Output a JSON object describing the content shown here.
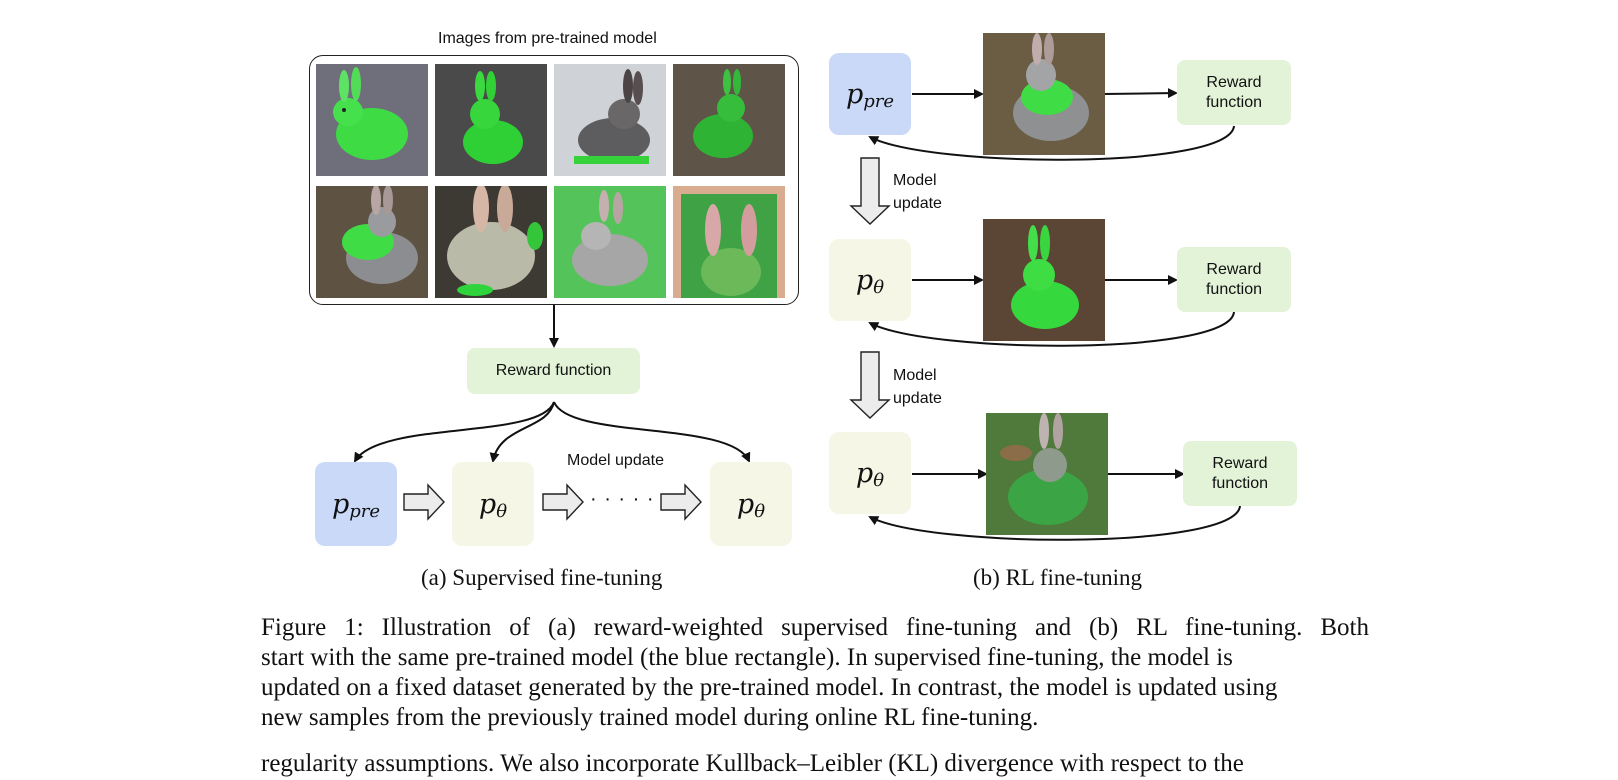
{
  "panel_a": {
    "grid_title": "Images from pre-trained model",
    "reward_label": "Reward function",
    "model_update_label": "Model update",
    "models": [
      {
        "symbol": "p",
        "subscript": "pre",
        "color": "#c9d9f7"
      },
      {
        "symbol": "p",
        "subscript": "θ",
        "color": "#f5f6e6"
      },
      {
        "symbol": "p",
        "subscript": "θ",
        "color": "#f5f6e6"
      }
    ],
    "ellipsis": "· · · · ·",
    "caption": "(a)  Supervised fine-tuning"
  },
  "panel_b": {
    "rows": [
      {
        "model_symbol": "p",
        "model_subscript": "pre",
        "reward_label": "Reward\nfunction"
      },
      {
        "model_symbol": "p",
        "model_subscript": "θ",
        "reward_label": "Reward\nfunction"
      },
      {
        "model_symbol": "p",
        "model_subscript": "θ",
        "reward_label": "Reward\nfunction"
      }
    ],
    "update_label_line1": "Model",
    "update_label_line2": "update",
    "caption": "(b)  RL fine-tuning"
  },
  "figure_caption": {
    "lines": [
      "Figure 1: Illustration of (a) reward-weighted supervised fine-tuning and (b) RL fine-tuning. Both",
      "start with the same pre-trained model (the blue rectangle). In supervised fine-tuning, the model is",
      "updated on a fixed dataset generated by the pre-trained model. In contrast, the model is updated using",
      "new samples from the previously trained model during online RL fine-tuning."
    ]
  },
  "body_text": {
    "line": "regularity assumptions. We also incorporate Kullback–Leibler (KL) divergence with respect to the"
  },
  "colors": {
    "pretrained_blue": "#c9d9f7",
    "finetuned_cream": "#f5f6e6",
    "reward_green": "#e2f3d8",
    "bunny_green": "#33d43a"
  }
}
